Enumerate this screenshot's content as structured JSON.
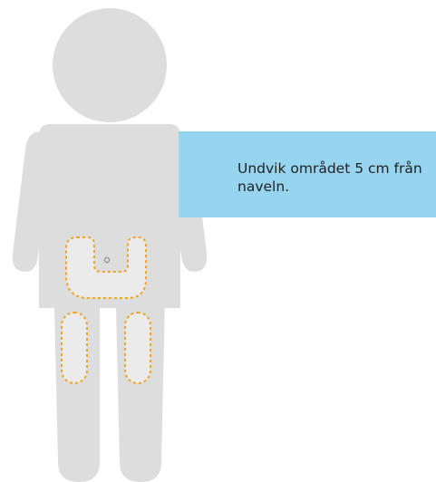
{
  "callout": {
    "text": "Undvik området 5 cm från naveln."
  },
  "colors": {
    "body": "#dddddd",
    "injection_zone_fill": "#ebebeb",
    "injection_zone_outline": "#f0a422",
    "callout_background": "#96d4f0",
    "navel_marker": "#8c8c8c"
  },
  "figure": {
    "injection_zones": [
      "abdomen-u-shape",
      "left-thigh",
      "right-thigh"
    ],
    "navel_marker": "small-circle"
  }
}
